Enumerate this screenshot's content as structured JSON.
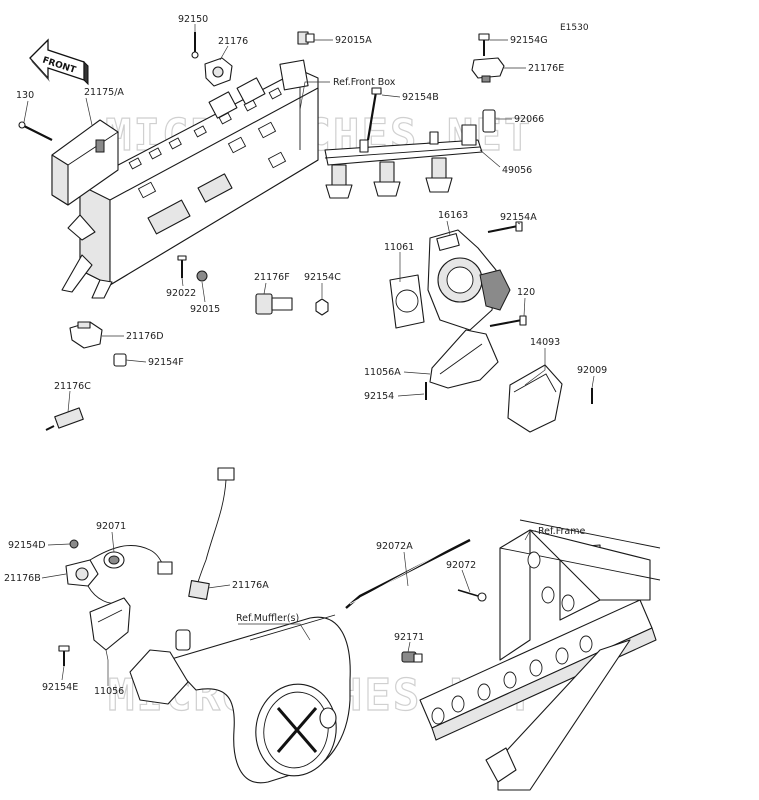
{
  "diagram_code": "E1530",
  "direction_arrow": "FRONT",
  "watermark": "MICROFICHES.NET",
  "labels": {
    "p92150": "92150",
    "p21176": "21176",
    "p92015A": "92015A",
    "p92154G": "92154G",
    "p21176E": "21176E",
    "refFrontBox": "Ref.Front Box",
    "p92154B": "92154B",
    "p92066": "92066",
    "p49056": "49056",
    "p130": "130",
    "p21175A": "21175/A",
    "p16163": "16163",
    "p92154A": "92154A",
    "p11061": "11061",
    "p92022": "92022",
    "p92015": "92015",
    "p21176F": "21176F",
    "p92154C": "92154C",
    "p120": "120",
    "p21176D": "21176D",
    "p92154F": "92154F",
    "p14093": "14093",
    "p11056A": "11056A",
    "p92009": "92009",
    "p92154": "92154",
    "p21176C": "21176C",
    "p92071": "92071",
    "p92154D": "92154D",
    "p21176B": "21176B",
    "p21176A": "21176A",
    "refMuffler": "Ref.Muffler(s)",
    "p92154E": "92154E",
    "p11056": "11056",
    "p92072A": "92072A",
    "refFrame": "Ref.Frame",
    "p92072": "92072",
    "p92171": "92171"
  }
}
